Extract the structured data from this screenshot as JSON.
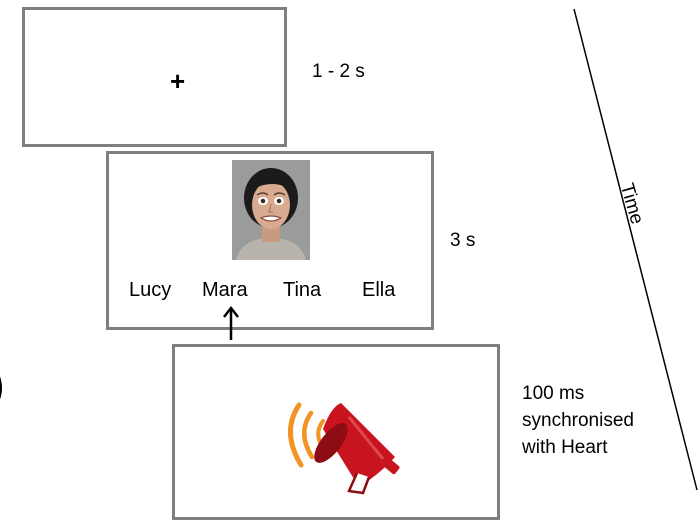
{
  "fixation": {
    "symbol": "+",
    "duration": "1 - 2 s"
  },
  "face_screen": {
    "names": [
      "Lucy",
      "Mara",
      "Tina",
      "Ella"
    ],
    "duration": "3 s"
  },
  "sound_screen": {
    "duration_lines": [
      "100 ms",
      "synchronised",
      "with Heart"
    ]
  },
  "time_axis": {
    "label": "Time"
  },
  "colors": {
    "frame": "#7f7f7f",
    "megaphone_red": "#c8141e",
    "sound_waves": "#f29322"
  }
}
